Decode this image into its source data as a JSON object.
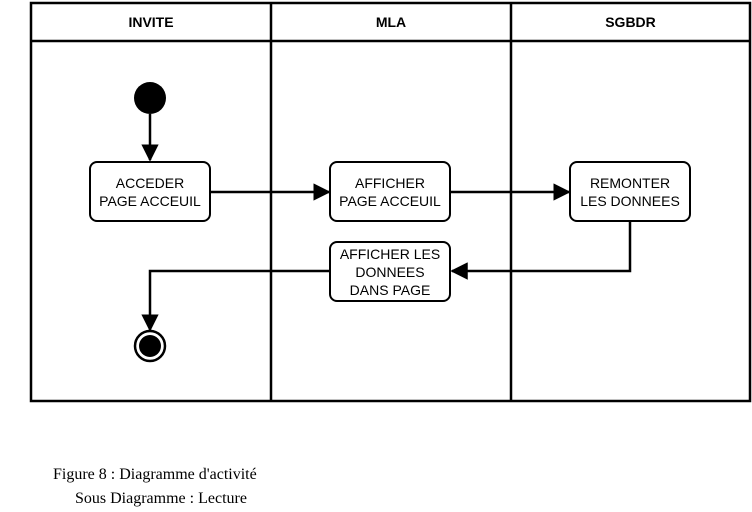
{
  "lanes": [
    {
      "title": "INVITE"
    },
    {
      "title": "MLA"
    },
    {
      "title": "SGBDR"
    }
  ],
  "actions": {
    "acceder_page_accueil": "ACCEDER\nPAGE ACCEUIL",
    "afficher_page_accueil": "AFFICHER\nPAGE ACCEUIL",
    "remonter_donnees": "REMONTER\nLES DONNEES",
    "afficher_donnees_page": "AFFICHER LES\nDONNEES\nDANS PAGE"
  },
  "caption": {
    "line1": "Figure 8 : Diagramme d'activité",
    "line2": "Sous Diagramme : Lecture"
  }
}
